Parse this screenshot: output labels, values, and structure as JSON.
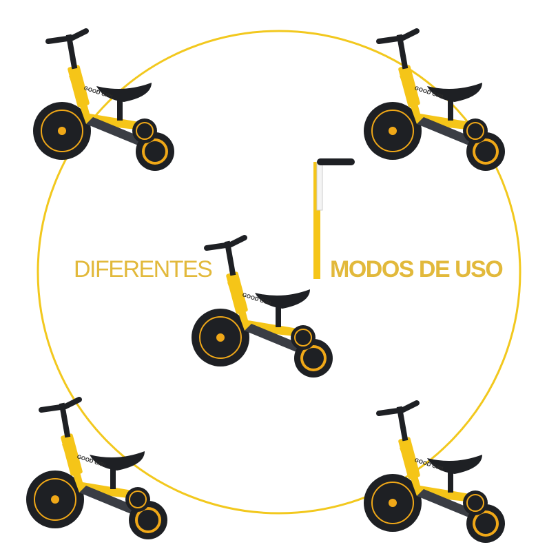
{
  "colors": {
    "ring": "#f2c81e",
    "caption": "#e2b93b",
    "frame": "#f5c518",
    "tire": "#1e2024",
    "rim": "#f0a818"
  },
  "caption": {
    "left": "DIFERENTES",
    "right": "MODOS DE USO"
  },
  "brand_label": "GOOD GIRL",
  "images": [
    "tricycle-mode-top-left",
    "tricycle-mode-top-right",
    "balance-bike-with-push-handle-center",
    "tricycle-mode-bottom-left",
    "tricycle-mode-bottom-right"
  ]
}
